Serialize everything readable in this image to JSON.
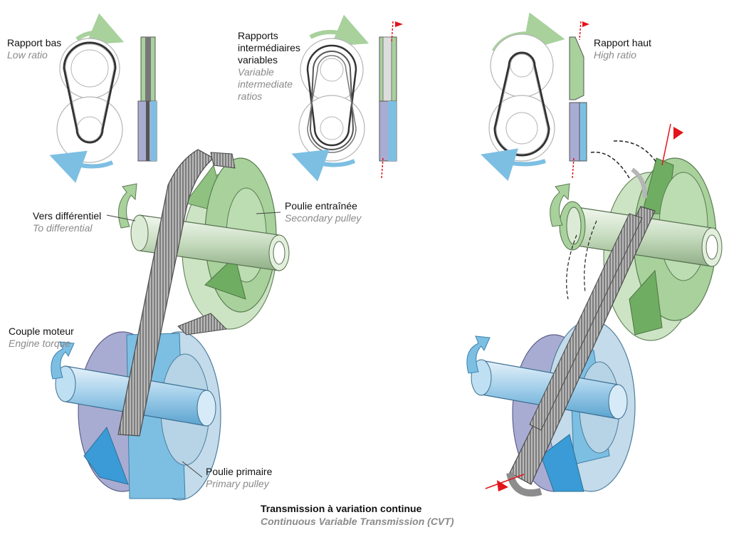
{
  "colors": {
    "green_light": "#dcebd6",
    "green": "#a8d19c",
    "green_dark": "#6fae62",
    "blue_light": "#cfe3f1",
    "blue": "#7dbfe3",
    "blue_dark": "#3a9bd6",
    "violet": "#a9acd2",
    "belt": "#8d8d8d",
    "marker": "#e3141b"
  },
  "labels": {
    "low_ratio": {
      "fr": "Rapport bas",
      "en": "Low ratio"
    },
    "variable_ratios": {
      "fr": "Rapports\nintermédiaires\nvariables",
      "en": "Variable\nintermediate\nratios"
    },
    "high_ratio": {
      "fr": "Rapport haut",
      "en": "High ratio"
    },
    "to_differential": {
      "fr": "Vers différentiel",
      "en": "To differential"
    },
    "secondary_pulley": {
      "fr": "Poulie entraînée",
      "en": "Secondary pulley"
    },
    "engine_torque": {
      "fr": "Couple moteur",
      "en": "Engine torque"
    },
    "primary_pulley": {
      "fr": "Poulie primaire",
      "en": "Primary pulley"
    }
  },
  "caption": {
    "fr": "Transmission à variation continue",
    "en": "Continuous Variable Transmission (CVT)"
  }
}
